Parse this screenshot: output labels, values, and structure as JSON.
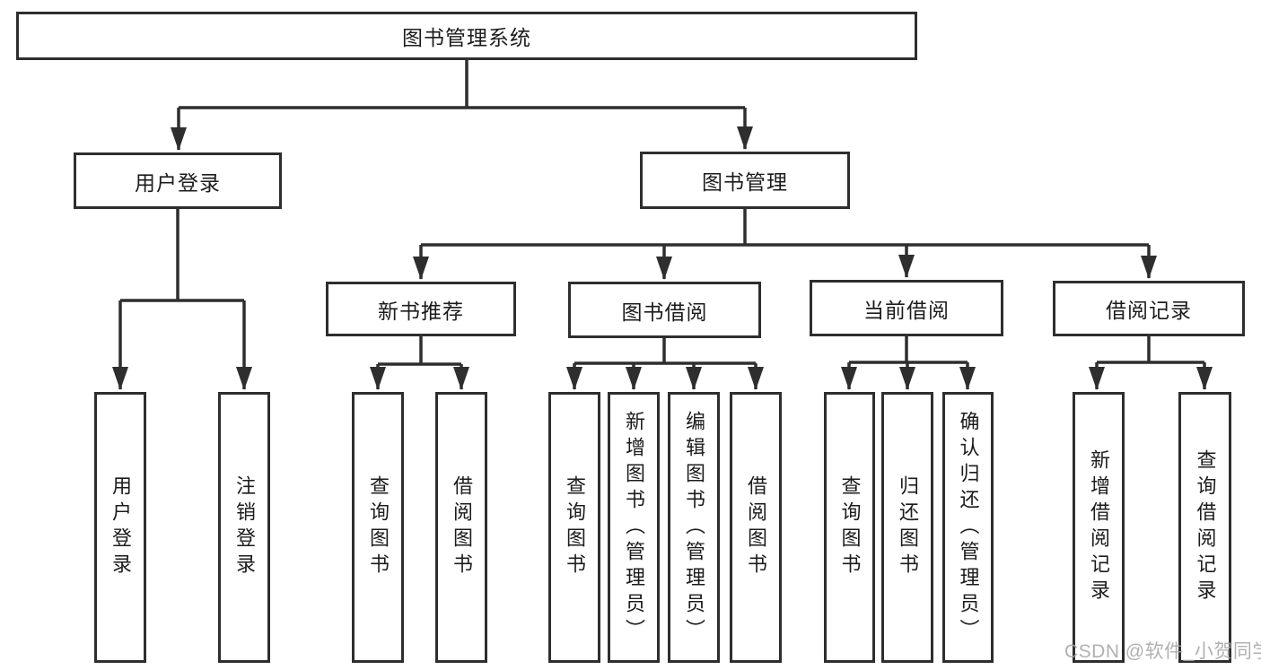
{
  "colors": {
    "line": "#2e2e2e",
    "box_border": "#2e2e2e",
    "text": "#1c1c1c",
    "background": "#ffffff",
    "watermark": "#a6a6a6"
  },
  "tree": {
    "root": "图书管理系统",
    "login": {
      "label": "用户登录",
      "children": [
        "用户登录",
        "注销登录"
      ]
    },
    "management": {
      "label": "图书管理",
      "sections": [
        {
          "label": "新书推荐",
          "children": [
            "查询图书",
            "借阅图书"
          ]
        },
        {
          "label": "图书借阅",
          "children": [
            "查询图书",
            "新增图书（管理员）",
            "编辑图书（管理员）",
            "借阅图书"
          ]
        },
        {
          "label": "当前借阅",
          "children": [
            "查询图书",
            "归还图书",
            "确认归还（管理员）"
          ]
        },
        {
          "label": "借阅记录",
          "children": [
            "新增借阅记录",
            "查询借阅记录"
          ]
        }
      ]
    }
  },
  "watermark": {
    "text": "CSDN @软件_小贺同学"
  }
}
